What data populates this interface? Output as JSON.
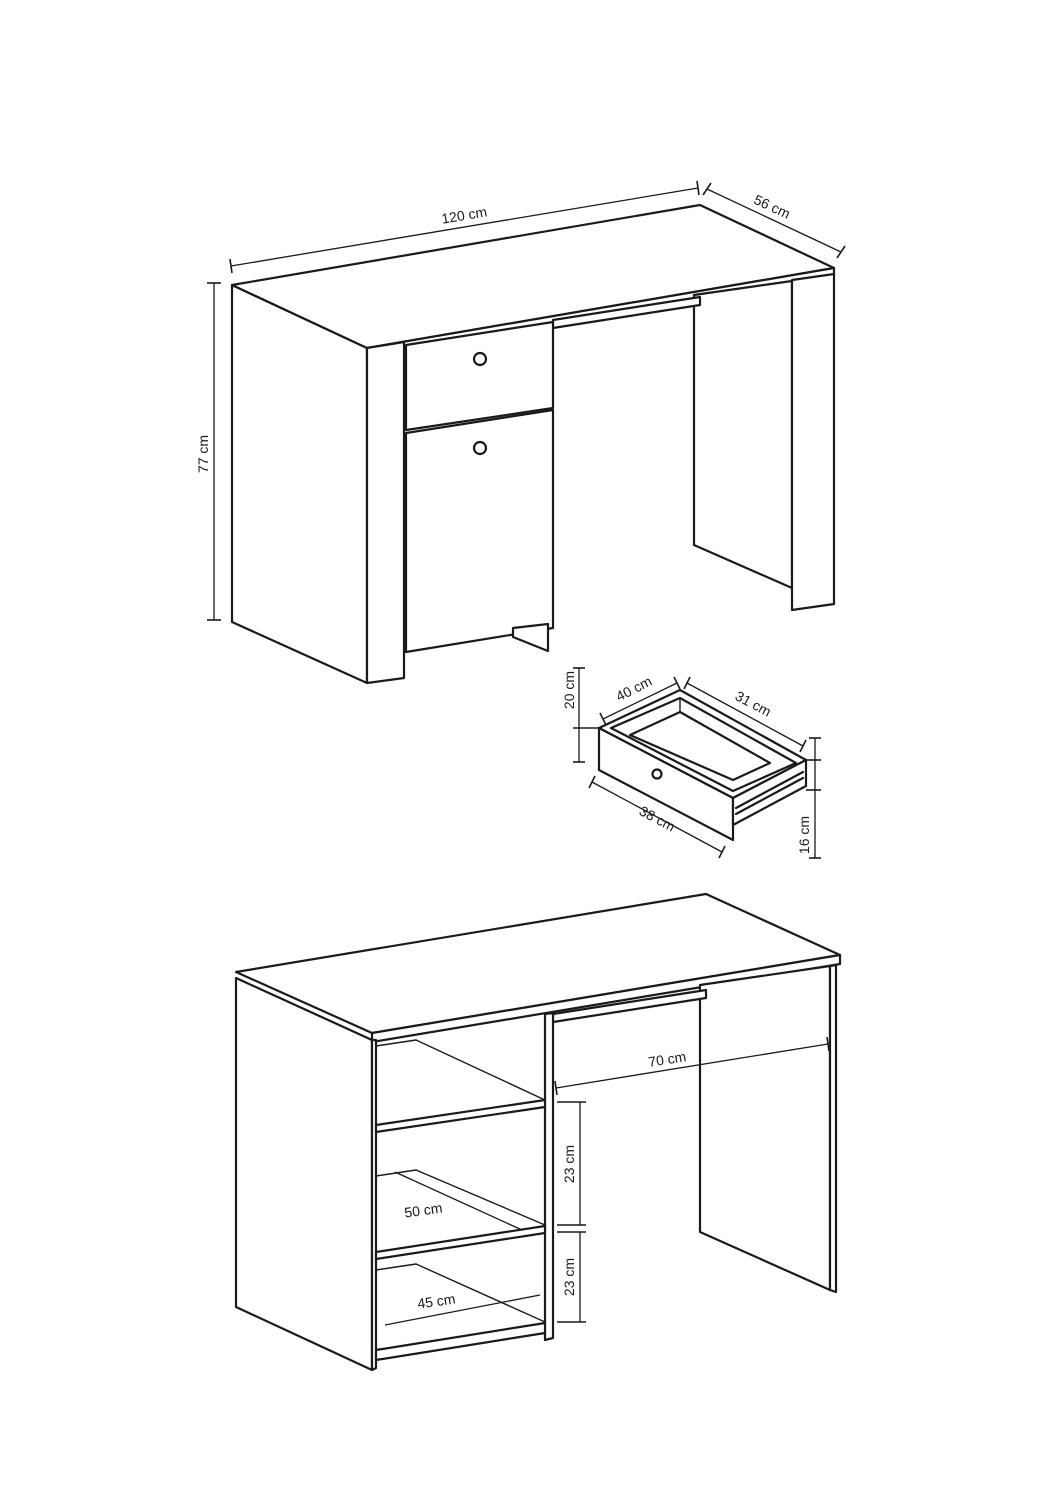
{
  "drawing": {
    "desk_view": {
      "width_label": "120 cm",
      "depth_label": "56 cm",
      "height_label": "77 cm"
    },
    "drawer_view": {
      "height_label": "20 cm",
      "inner_depth_label": "40 cm",
      "inner_width_label": "31 cm",
      "front_width_label": "38 cm",
      "front_height_label": "16 cm"
    },
    "open_view": {
      "legroom_label": "70 cm",
      "shelf_depth_label": "50 cm",
      "bottom_depth_label": "45 cm",
      "upper_gap_label": "23 cm",
      "lower_gap_label": "23 cm"
    }
  }
}
